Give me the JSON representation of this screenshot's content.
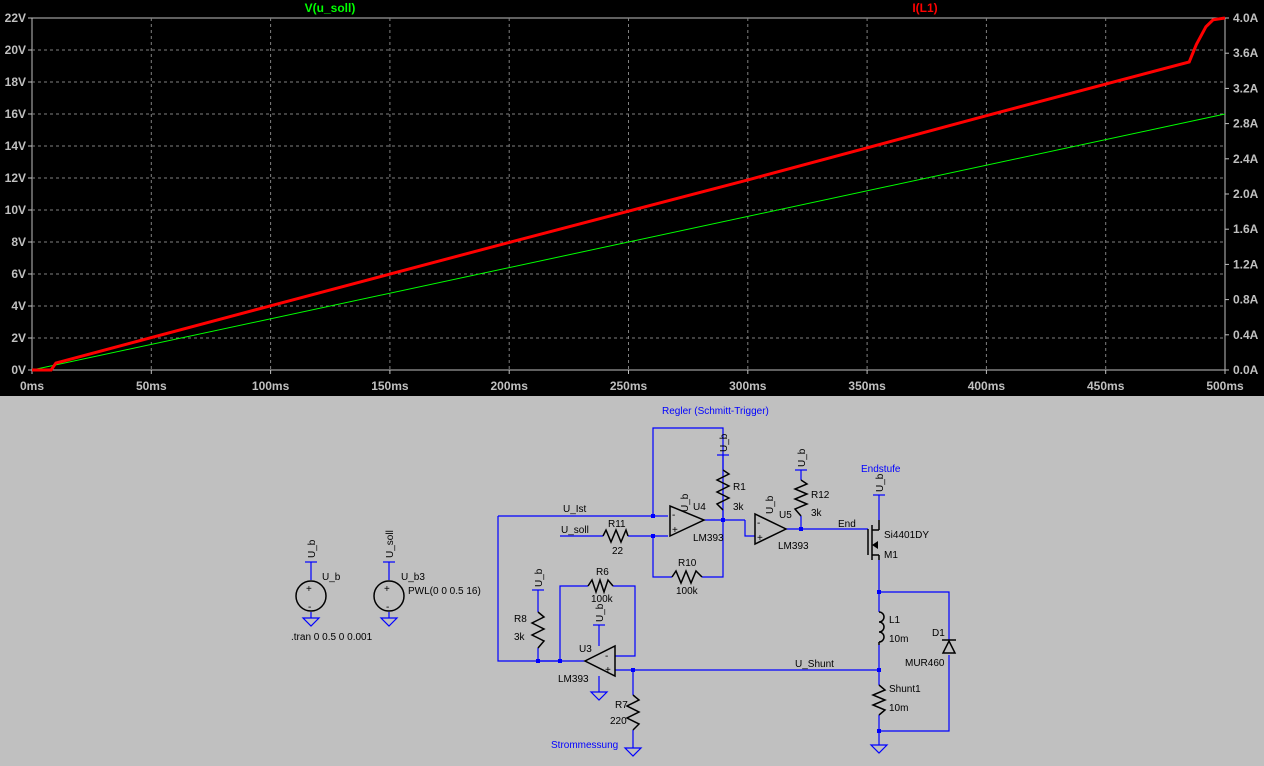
{
  "chart_data": {
    "type": "line",
    "title": "",
    "xlabel": "",
    "xlim": [
      0,
      500
    ],
    "x_ticks": [
      "0ms",
      "50ms",
      "100ms",
      "150ms",
      "200ms",
      "250ms",
      "300ms",
      "350ms",
      "400ms",
      "450ms",
      "500ms"
    ],
    "y_left_ticks": [
      "0V",
      "2V",
      "4V",
      "6V",
      "8V",
      "10V",
      "12V",
      "14V",
      "16V",
      "18V",
      "20V",
      "22V"
    ],
    "y_left_lim": [
      0,
      22
    ],
    "y_right_ticks": [
      "0.0A",
      "0.4A",
      "0.8A",
      "1.2A",
      "1.6A",
      "2.0A",
      "2.4A",
      "2.8A",
      "3.2A",
      "3.6A",
      "4.0A"
    ],
    "y_right_lim": [
      0,
      4.0
    ],
    "grid": true,
    "series": [
      {
        "name": "V(u_soll)",
        "color": "#00ff00",
        "axis": "left",
        "x": [
          0,
          500
        ],
        "y": [
          0,
          16
        ]
      },
      {
        "name": "I(L1)",
        "color": "#ff0000",
        "axis": "right",
        "x": [
          0,
          8,
          10,
          100,
          200,
          300,
          400,
          485,
          488,
          492,
          495,
          500
        ],
        "y": [
          0,
          0,
          0.08,
          0.73,
          1.45,
          2.16,
          2.89,
          3.5,
          3.7,
          3.9,
          3.98,
          4.0
        ]
      }
    ]
  },
  "schematic": {
    "title_regler": "Regler (Schmitt-Trigger)",
    "title_endstufe": "Endstufe",
    "title_strommessung": "Strommessung",
    "net_u_ist": "U_Ist",
    "net_u_soll": "U_soll",
    "net_u_shunt": "U_Shunt",
    "net_end": "End",
    "vcc": "U_b",
    "vsoll": "U_soll",
    "src_ub": "U_b",
    "src_ub3": "U_b3",
    "pwl": "PWL(0 0 0.5 16)",
    "tran": ".tran 0 0.5 0 0.001",
    "r1": "R1",
    "r1_val": "3k",
    "r12": "R12",
    "r12_val": "3k",
    "r11": "R11",
    "r11_val": "22",
    "r10": "R10",
    "r10_val": "100k",
    "r6": "R6",
    "r6_val": "100k",
    "r8": "R8",
    "r8_val": "3k",
    "r7": "R7",
    "r7_val": "220",
    "u4": "U4",
    "u5": "U5",
    "u3": "U3",
    "lm393": "LM393",
    "m1": "M1",
    "m1_model": "Si4401DY",
    "l1": "L1",
    "l1_val": "10m",
    "d1": "D1",
    "d1_model": "MUR460",
    "shunt": "Shunt1",
    "shunt_val": "10m"
  }
}
